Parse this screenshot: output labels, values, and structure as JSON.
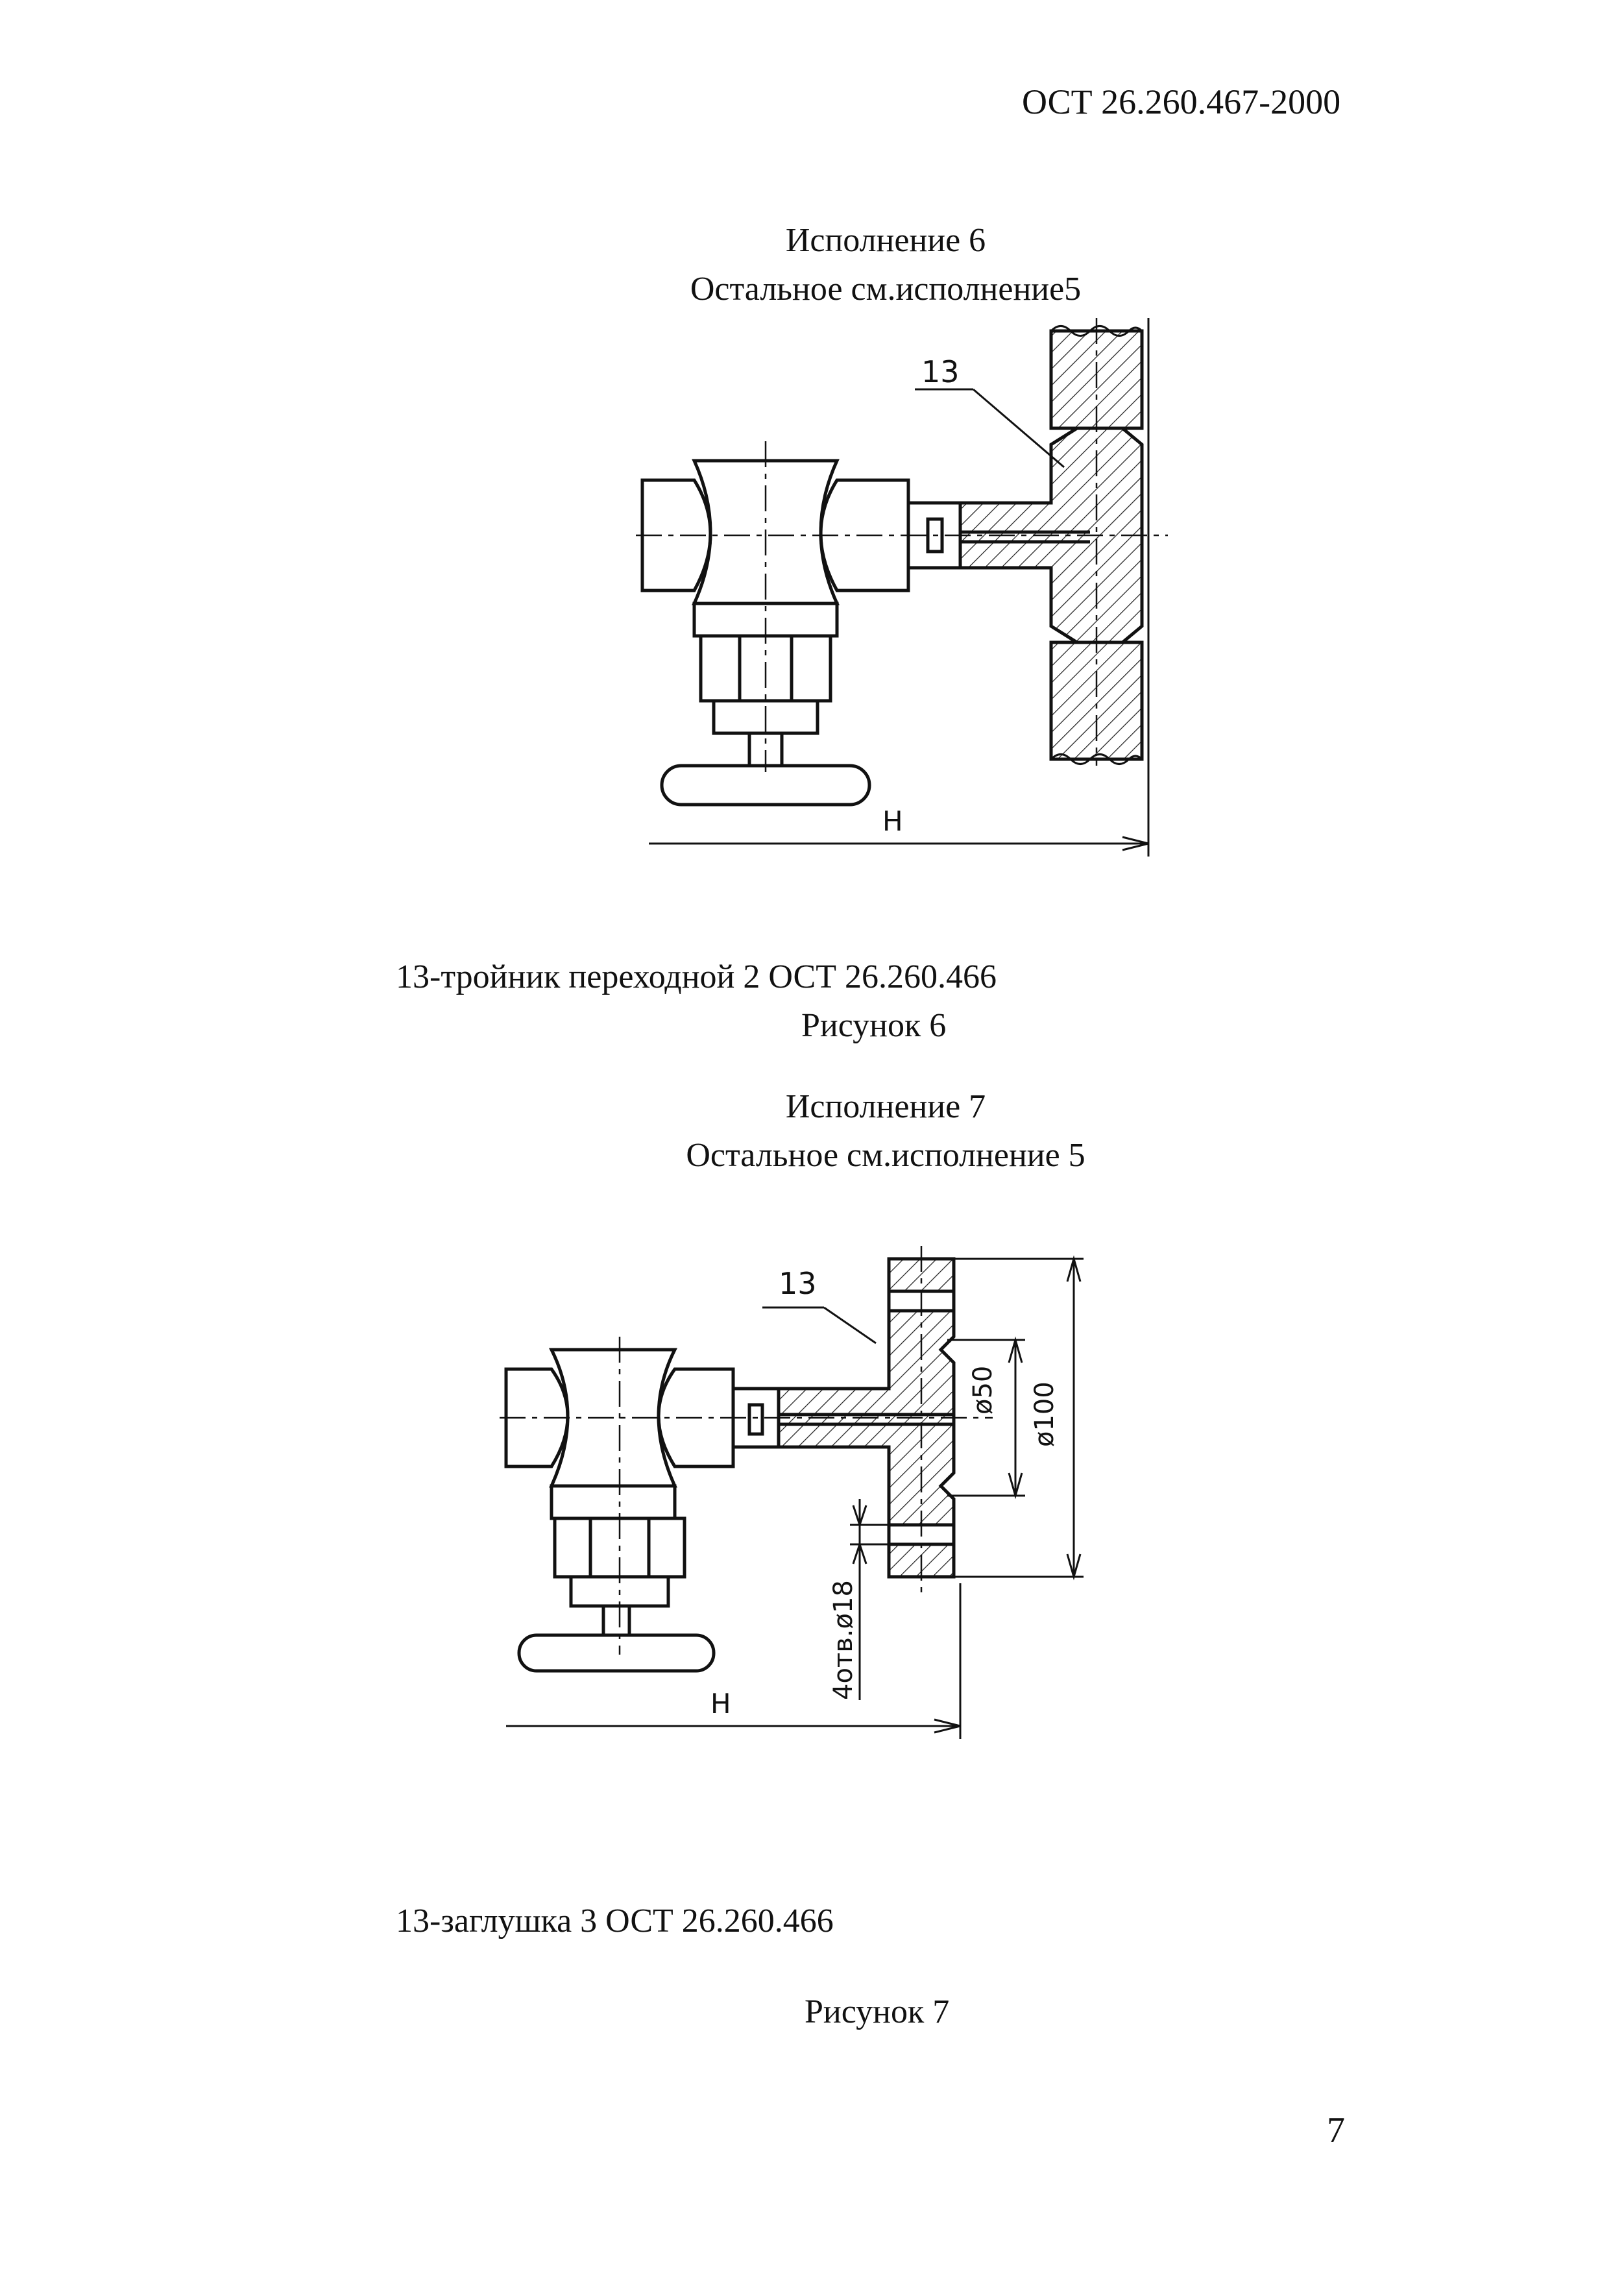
{
  "header": {
    "doc_number": "ОСТ 26.260.467-2000"
  },
  "figure6": {
    "heading": "Исполнение 6",
    "subheading": "Остальное см.исполнение5",
    "callout": "13",
    "dim_label": "H",
    "legend": "13-тройник переходной 2 ОСТ 26.260.466",
    "caption": "Рисунок 6"
  },
  "figure7": {
    "heading": "Исполнение 7",
    "subheading": "Остальное см.исполнение 5",
    "callout": "13",
    "dim_d50": "ø50",
    "dim_d100": "ø100",
    "dim_holes": "4отв.ø18",
    "dim_label": "H",
    "legend": "13-заглушка 3 ОСТ 26.260.466",
    "caption": "Рисунок 7"
  },
  "footer": {
    "page_number": "7"
  }
}
